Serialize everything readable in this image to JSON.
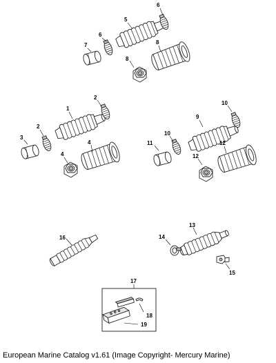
{
  "callouts": {
    "c1": "1",
    "c2a": "2",
    "c2b": "2",
    "c3": "3",
    "c4a": "4",
    "c4b": "4",
    "c5": "5",
    "c6a": "6",
    "c6b": "6",
    "c7": "7",
    "c8a": "8",
    "c8b": "8",
    "c9": "9",
    "c10a": "10",
    "c10b": "10",
    "c11": "11",
    "c12a": "12",
    "c12b": "12",
    "c13": "13",
    "c14": "14",
    "c15": "15",
    "c16": "16",
    "c17": "17",
    "c18": "18",
    "c19": "19"
  },
  "caption": "European Marine Catalog v1.61 (Image Copyright- Mercury Marine)"
}
